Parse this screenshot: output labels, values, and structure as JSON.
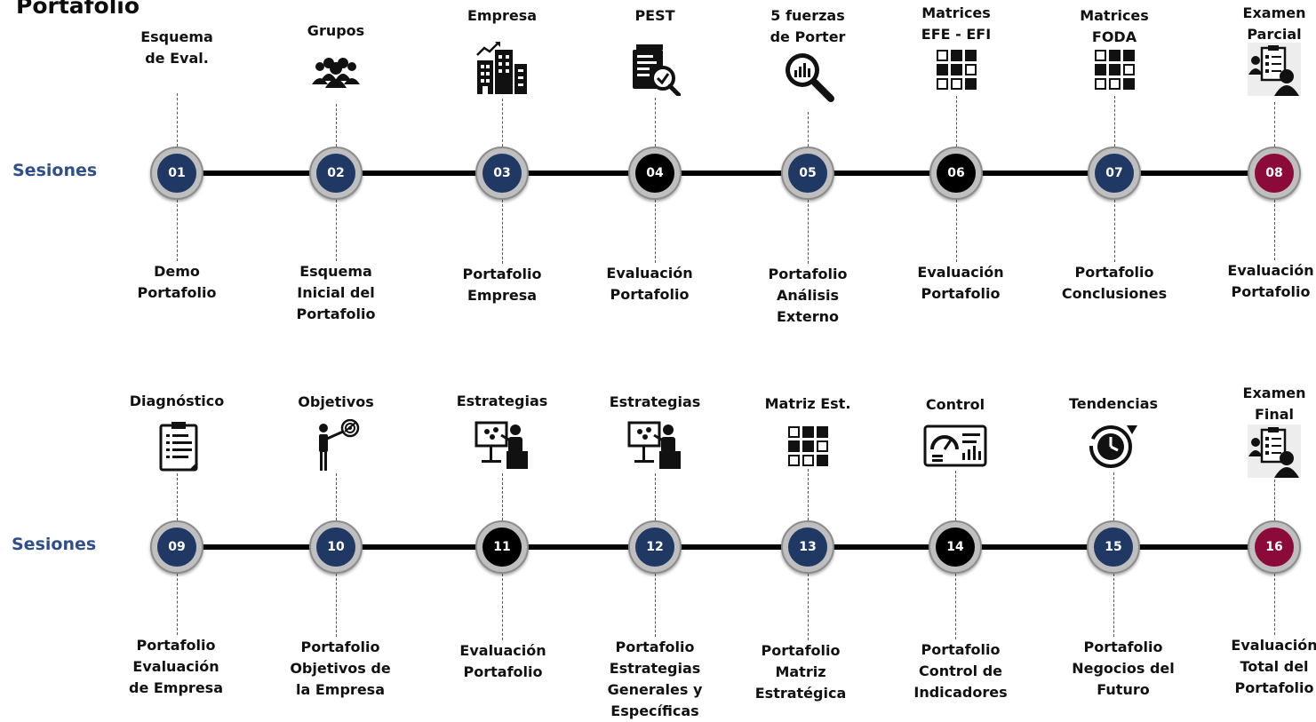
{
  "title": "Portafolio",
  "row_label": "Sesiones",
  "colors": {
    "navy": "#1f3864",
    "black": "#000000",
    "maroon": "#8b0a3a",
    "accent": "#2f4f8a"
  },
  "rows": [
    {
      "sessions": [
        {
          "number": "01",
          "color": "navy",
          "top": [
            "Esquema",
            "de Eval."
          ],
          "icon": "checklist-icon",
          "bottom": [
            "Demo",
            "Portafolio"
          ]
        },
        {
          "number": "02",
          "color": "navy",
          "top": [
            "Grupos"
          ],
          "icon": "group-icon",
          "bottom": [
            "Esquema",
            "Inicial del",
            "Portafolio"
          ]
        },
        {
          "number": "03",
          "color": "navy",
          "top": [
            "Empresa"
          ],
          "icon": "buildings-icon",
          "bottom": [
            "Portafolio",
            "Empresa"
          ]
        },
        {
          "number": "04",
          "color": "black",
          "top": [
            "PEST"
          ],
          "icon": "document-search-icon",
          "bottom": [
            "Evaluación",
            "Portafolio"
          ]
        },
        {
          "number": "05",
          "color": "navy",
          "top": [
            "5 fuerzas",
            "de Porter"
          ],
          "icon": "magnifier-chart-icon",
          "bottom": [
            "Portafolio",
            "Análisis",
            "Externo"
          ]
        },
        {
          "number": "06",
          "color": "black",
          "top": [
            "Matrices",
            "EFE - EFI"
          ],
          "icon": "matrix-grid-icon",
          "bottom": [
            "Evaluación",
            "Portafolio"
          ]
        },
        {
          "number": "07",
          "color": "navy",
          "top": [
            "Matrices",
            "FODA"
          ],
          "icon": "matrix-grid-icon",
          "bottom": [
            "Portafolio",
            "Conclusiones"
          ]
        },
        {
          "number": "08",
          "color": "maroon",
          "top": [
            "Examen",
            "Parcial"
          ],
          "icon": "exam-person-icon",
          "bottom": [
            "Evaluación",
            "Portafolio"
          ]
        }
      ]
    },
    {
      "sessions": [
        {
          "number": "09",
          "color": "navy",
          "top": [
            "Diagnóstico"
          ],
          "icon": "clipboard-list-icon",
          "bottom": [
            "Portafolio",
            "Evaluación",
            "de Empresa"
          ]
        },
        {
          "number": "10",
          "color": "navy",
          "top": [
            "Objetivos"
          ],
          "icon": "target-person-icon",
          "bottom": [
            "Portafolio",
            "Objetivos de",
            "la Empresa"
          ]
        },
        {
          "number": "11",
          "color": "black",
          "top": [
            "Estrategias"
          ],
          "icon": "presentation-icon",
          "bottom": [
            "Evaluación",
            "Portafolio"
          ]
        },
        {
          "number": "12",
          "color": "navy",
          "top": [
            "Estrategias"
          ],
          "icon": "presentation-icon",
          "bottom": [
            "Portafolio",
            "Estrategias",
            "Generales y",
            "Específicas"
          ]
        },
        {
          "number": "13",
          "color": "navy",
          "top": [
            "Matriz Est."
          ],
          "icon": "matrix-grid-icon",
          "bottom": [
            "Portafolio",
            "Matriz",
            "Estratégica"
          ]
        },
        {
          "number": "14",
          "color": "black",
          "top": [
            "Control"
          ],
          "icon": "dashboard-icon",
          "bottom": [
            "Portafolio",
            "Control de",
            "Indicadores"
          ]
        },
        {
          "number": "15",
          "color": "navy",
          "top": [
            "Tendencias"
          ],
          "icon": "clock-arrow-icon",
          "bottom": [
            "Portafolio",
            "Negocios del",
            "Futuro"
          ]
        },
        {
          "number": "16",
          "color": "maroon",
          "top": [
            "Examen",
            "Final"
          ],
          "icon": "exam-person-icon",
          "bottom": [
            "Evaluación",
            "Total del",
            "Portafolio"
          ]
        }
      ]
    }
  ]
}
